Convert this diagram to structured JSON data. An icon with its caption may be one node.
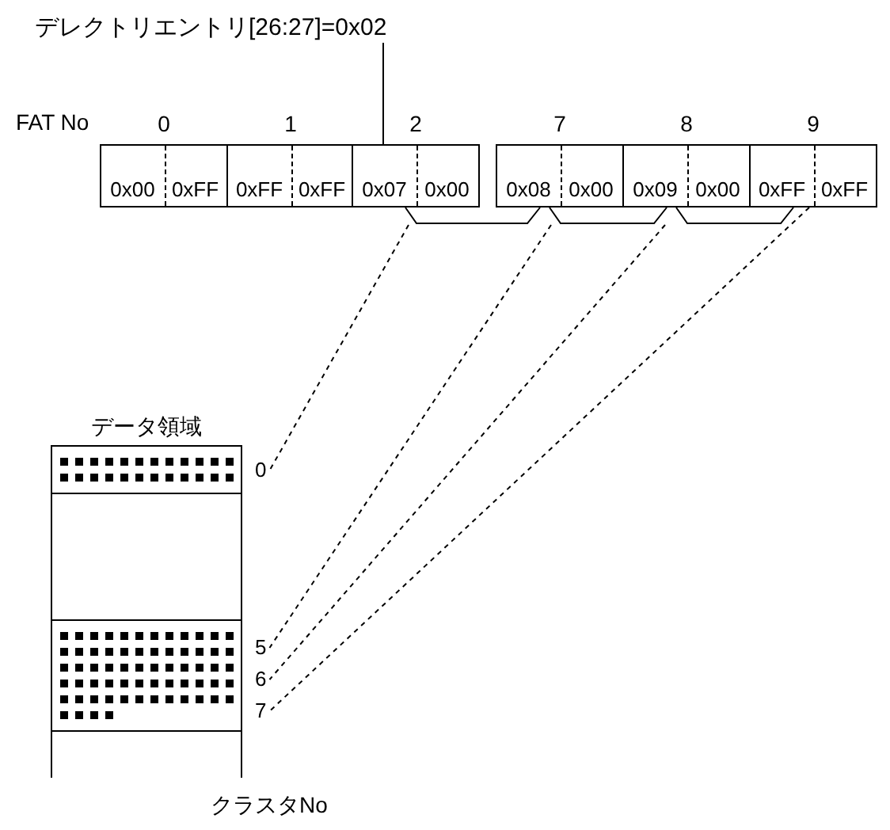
{
  "diagram": {
    "nodes": [
      {
        "text": [
          "デレクトリエントリ[26:27]=0x02"
        ]
      },
      {
        "text": [
          "0x00",
          "0xFF"
        ],
        "beside": [
          "0"
        ]
      },
      {
        "text": [
          "0xFF",
          "0xFF"
        ],
        "beside": [
          "1"
        ]
      },
      {
        "text": [
          "0x07",
          "0x00"
        ],
        "beside": [
          "2"
        ]
      },
      {
        "text": [
          "0x08",
          "0x00"
        ],
        "beside": [
          "7"
        ]
      },
      {
        "text": [
          "0x09",
          "0x00"
        ],
        "beside": [
          "8"
        ]
      },
      {
        "text": [
          "0xFF",
          "0xFF"
        ],
        "beside": [
          "9"
        ]
      },
      {
        "text": [
          "データ領域"
        ]
      },
      {
        "text": [],
        "shape": "box",
        "in": 7
      },
      {
        "text": [],
        "shape": "box",
        "in": 7
      },
      {
        "text": [],
        "shape": "box",
        "in": 7
      },
      {
        "text": [],
        "shape": "box",
        "in": 7
      },
      {
        "text": [
          "0"
        ]
      },
      {
        "text": [
          "5"
        ]
      },
      {
        "text": [
          "6"
        ]
      },
      {
        "text": [
          "7"
        ]
      }
    ],
    "edges": [
      {
        "from": 0,
        "to": 3,
        "arrow": "none"
      },
      {
        "from": 3,
        "to": 4,
        "arrow": "none"
      },
      {
        "from": 4,
        "to": 5,
        "arrow": "none"
      },
      {
        "from": 5,
        "to": 6,
        "arrow": "none"
      },
      {
        "from": 3,
        "to": 12,
        "arrow": "none",
        "style": "dashed"
      },
      {
        "from": 4,
        "to": 13,
        "arrow": "none",
        "style": "dashed"
      },
      {
        "from": 5,
        "to": 14,
        "arrow": "none",
        "style": "dashed"
      },
      {
        "from": 6,
        "to": 15,
        "arrow": "none",
        "style": "dashed"
      }
    ],
    "labels": [
      "FAT No",
      "クラスタNo"
    ]
  }
}
